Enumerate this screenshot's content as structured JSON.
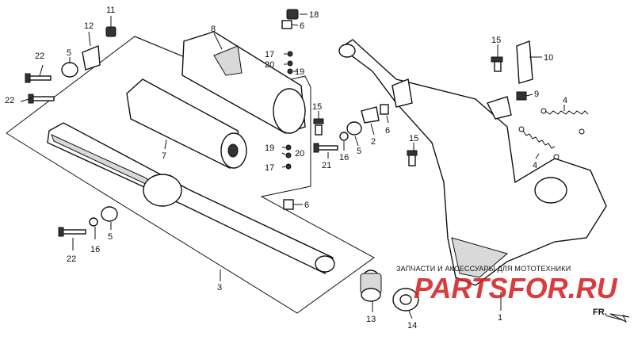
{
  "diagram": {
    "callouts": {
      "p1": "1",
      "p2": "2",
      "p3": "3",
      "p4a": "4",
      "p4b": "4",
      "p5a": "5",
      "p5b": "5",
      "p5c": "5",
      "p6a": "6",
      "p6b": "6",
      "p6c": "6",
      "p7": "7",
      "p8": "8",
      "p9": "9",
      "p10": "10",
      "p11": "11",
      "p12": "12",
      "p13": "13",
      "p14": "14",
      "p15a": "15",
      "p15b": "15",
      "p15c": "15",
      "p16a": "16",
      "p16b": "16",
      "p17a": "17",
      "p17b": "17",
      "p18": "18",
      "p19a": "19",
      "p19b": "19",
      "p20a": "20",
      "p20b": "20",
      "p21": "21",
      "p22a": "22",
      "p22b": "22",
      "p22c": "22"
    },
    "direction_label": "FR."
  },
  "watermark": {
    "tagline": "ЗАПЧАСТИ И АКСЕССУАРЫ ДЛЯ МОТОТЕХНИКИ",
    "logo": "PARTSFOR.RU",
    "color": "#d4191c"
  }
}
